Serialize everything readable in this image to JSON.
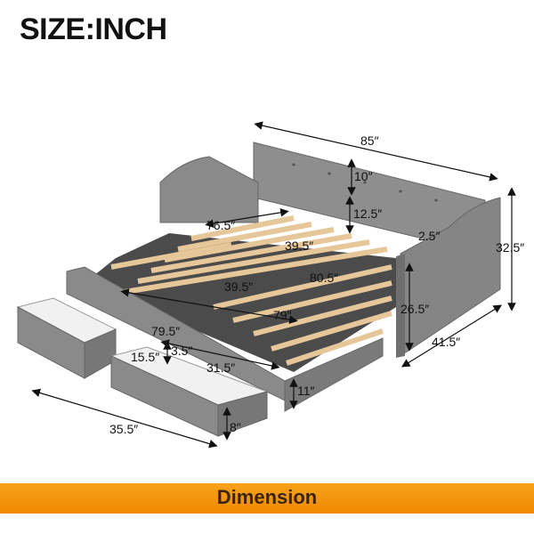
{
  "title": "SIZE:INCH",
  "banner": "Dimension",
  "colors": {
    "fabric": "#8e8e8e",
    "fabric_dark": "#6f6f6f",
    "slat": "#e6c79a",
    "frame": "#2b2b2b",
    "banner": "#f39200"
  },
  "dimensions": {
    "overall_length": "85″",
    "back_height": "10″",
    "inner_length_top": "76.5″",
    "back_inner_height": "12.5″",
    "slat_width_top": "39.5″",
    "arm_top": "2.5″",
    "overall_height": "32.5″",
    "slat_width_mid": "39.5″",
    "inner_length_mid": "80.5″",
    "arm_height": "26.5″",
    "trundle_length": "79″",
    "trundle_outer": "79.5″",
    "drawer_gap": "3.5″",
    "drawer_depth": "15.5″",
    "drawer_width": "31.5″",
    "overall_depth": "41.5″",
    "trundle_height": "11″",
    "drawer_length": "35.5″",
    "drawer_height": "8″"
  }
}
